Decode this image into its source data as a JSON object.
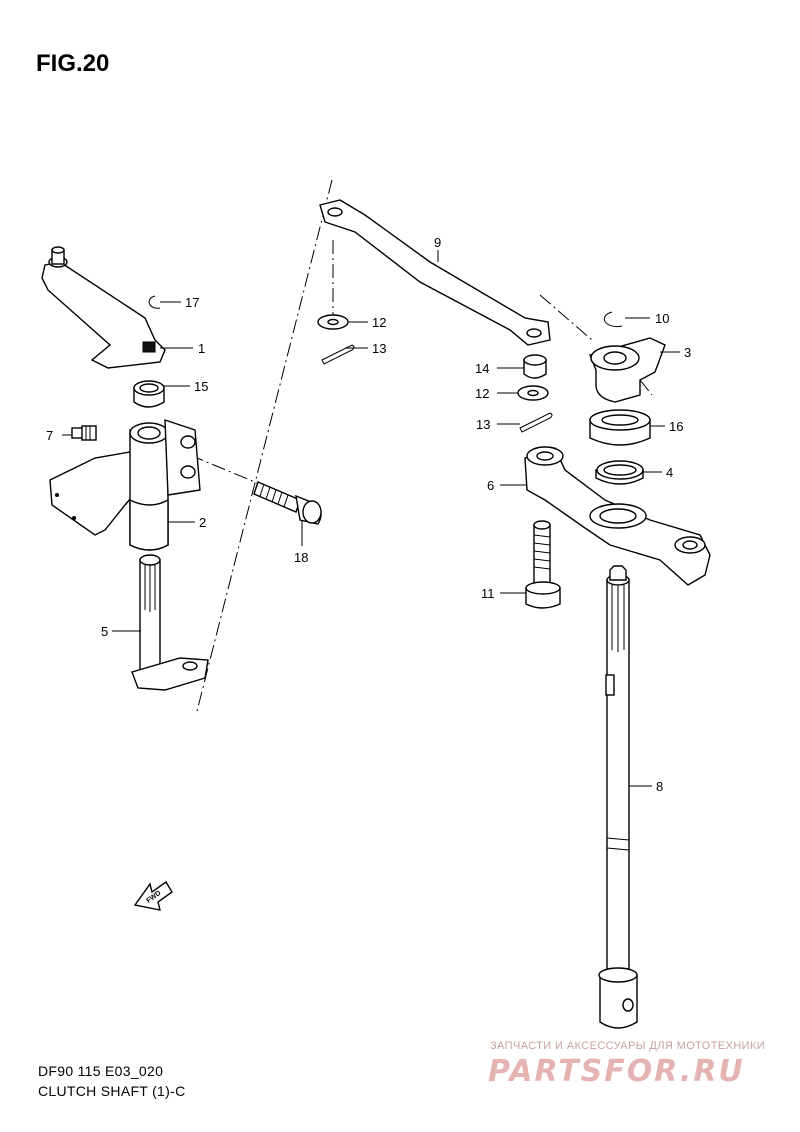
{
  "figure": {
    "title": "FIG.20",
    "model_code": "DF90 115 E03_020",
    "section_name": "CLUTCH SHAFT (1)-C"
  },
  "callouts": [
    {
      "id": "1",
      "label": "1"
    },
    {
      "id": "2",
      "label": "2"
    },
    {
      "id": "3",
      "label": "3"
    },
    {
      "id": "4",
      "label": "4"
    },
    {
      "id": "5",
      "label": "5"
    },
    {
      "id": "6",
      "label": "6"
    },
    {
      "id": "7",
      "label": "7"
    },
    {
      "id": "8",
      "label": "8"
    },
    {
      "id": "9",
      "label": "9"
    },
    {
      "id": "10",
      "label": "10"
    },
    {
      "id": "11",
      "label": "11"
    },
    {
      "id": "12a",
      "label": "12"
    },
    {
      "id": "12b",
      "label": "12"
    },
    {
      "id": "13a",
      "label": "13"
    },
    {
      "id": "13b",
      "label": "13"
    },
    {
      "id": "14",
      "label": "14"
    },
    {
      "id": "15",
      "label": "15"
    },
    {
      "id": "16",
      "label": "16"
    },
    {
      "id": "17",
      "label": "17"
    },
    {
      "id": "18",
      "label": "18"
    }
  ],
  "fwd_label": "FWD",
  "watermark": {
    "tagline": "ЗАПЧАСТИ И АКСЕССУАРЫ ДЛЯ МОТОТЕХНИКИ",
    "brand": "PARTSFOR.RU"
  },
  "colors": {
    "line": "#000000",
    "watermark": "#e6b3b3"
  }
}
